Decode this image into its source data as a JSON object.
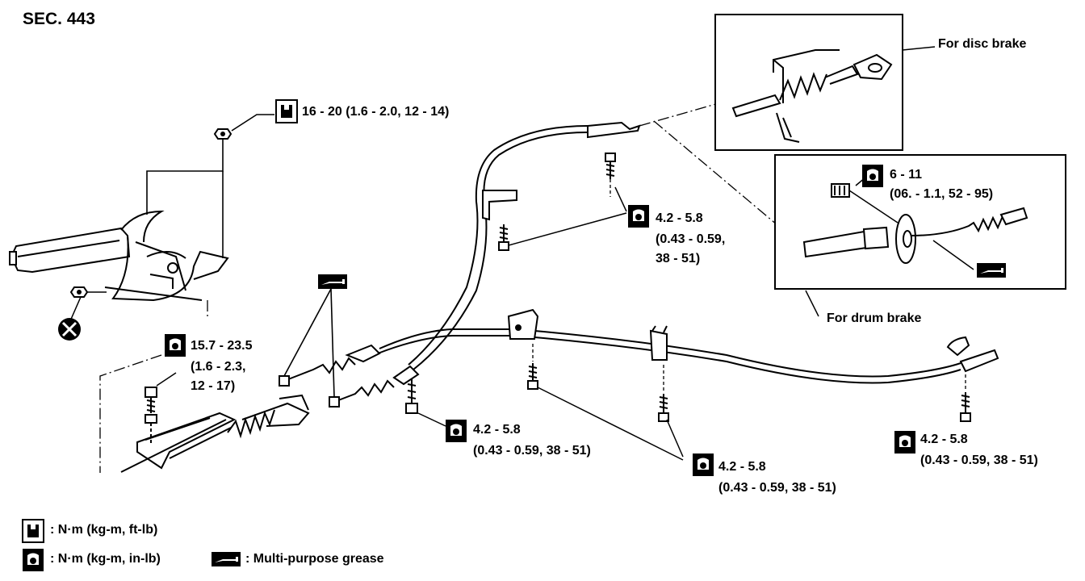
{
  "section": "SEC. 443",
  "callouts": {
    "lever_nut": {
      "icon": "torque-nm-kgm-ftlb-icon",
      "value": "16 - 20 (1.6 - 2.0, 12 - 14)"
    },
    "lever_base": {
      "icon": "torque-nm-kgm-inlb-icon",
      "line1": "15.7 - 23.5",
      "line2": "(1.6 - 2.3,",
      "line3": "12 - 17)"
    },
    "front_upper_bolt": {
      "icon": "torque-nm-kgm-inlb-icon",
      "line1": "4.2 - 5.8",
      "line2": "(0.43 - 0.59,",
      "line3": "38 - 51)"
    },
    "drum_plate_bolt": {
      "icon": "torque-nm-kgm-inlb-icon",
      "line1": "6 - 11",
      "line2": "(06. - 1.1, 52 - 95)"
    },
    "center_bolt": {
      "icon": "torque-nm-kgm-inlb-icon",
      "line1": "4.2 - 5.8",
      "line2": "(0.43 - 0.59, 38 - 51)"
    },
    "rear_bracket_bolts": {
      "icon": "torque-nm-kgm-inlb-icon",
      "line1": "4.2 - 5.8",
      "line2": "(0.43 - 0.59, 38 - 51)"
    },
    "right_rear_bolt": {
      "icon": "torque-nm-kgm-inlb-icon",
      "line1": "4.2 - 5.8",
      "line2": "(0.43 - 0.59, 38 - 51)"
    }
  },
  "detail_labels": {
    "disc_brake": "For disc brake",
    "drum_brake": "For drum brake"
  },
  "legend": {
    "ft_lb": ": N·m (kg-m, ft-lb)",
    "in_lb": ": N·m (kg-m, in-lb)",
    "grease": ": Multi-purpose grease"
  },
  "icons": [
    "torque-nm-kgm-ftlb-icon",
    "torque-nm-kgm-inlb-icon",
    "multi-purpose-grease-icon",
    "do-not-reuse-icon"
  ]
}
